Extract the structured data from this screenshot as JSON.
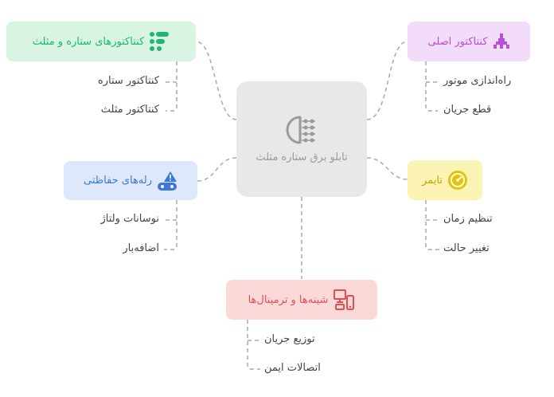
{
  "center": {
    "title": "تابلو برق ستاره مثلث",
    "icon": "star-delta-panel-icon"
  },
  "branches": {
    "star_delta_contactors": {
      "label": "کنتاکتورهای ستاره و مثلث",
      "icon": "grid-lines-icon",
      "color": "#22b573",
      "bg": "#d8f5e4",
      "leaves": [
        "کنتاکتور ستاره",
        "کنتاکتور مثلث"
      ]
    },
    "main_contactor": {
      "label": "کنتاکتور اصلی",
      "icon": "tower-icon",
      "color": "#b84fd6",
      "bg": "#f2dcf9",
      "leaves": [
        "راه‌اندازی موتور",
        "قطع جریان"
      ]
    },
    "protective_relays": {
      "label": "رله‌های حفاظتی",
      "icon": "warning-gamepad-icon",
      "color": "#3d78d8",
      "bg": "#dde8fb",
      "leaves": [
        "نوسانات ولتاژ",
        "اضافه‌بار"
      ]
    },
    "timer": {
      "label": "تایمر",
      "icon": "gauge-icon",
      "color": "#c7a300",
      "bg": "#fbf4b4",
      "leaves": [
        "تنظیم زمان",
        "تغییر حالت"
      ]
    },
    "busbars_terminals": {
      "label": "شینه‌ها و ترمینال‌ها",
      "icon": "devices-icon",
      "color": "#e0504f",
      "bg": "#fbd9d9",
      "leaves": [
        "توزیع جریان",
        "اتصالات ایمن"
      ]
    }
  }
}
